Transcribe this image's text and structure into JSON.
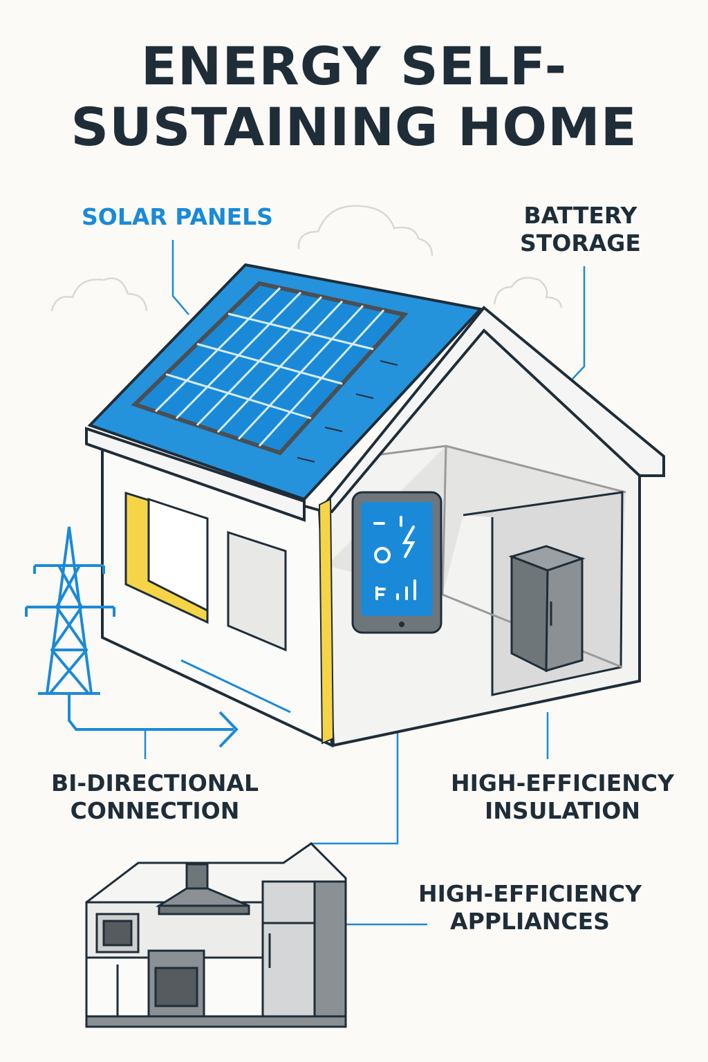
{
  "title": {
    "line1": "ENERGY SELF-",
    "line2": "SUSTAINING HOME"
  },
  "labels": {
    "solar": "SOLAR PANELS",
    "battery_1": "BATTERY",
    "battery_2": "STORAGE",
    "bidir_1": "BI-DIRECTIONAL",
    "bidir_2": "CONNECTION",
    "insulation_1": "HIGH-EFFICIENCY",
    "insulation_2": "INSULATION",
    "appliances_1": "HIGH-EFFICIENCY",
    "appliances_2": "APPLIANCES"
  },
  "colors": {
    "accent": "#1a8ad8",
    "roof": "#2592dc",
    "text": "#1f2d38",
    "insulation": "#f5d547",
    "battery": "#6f7679"
  }
}
